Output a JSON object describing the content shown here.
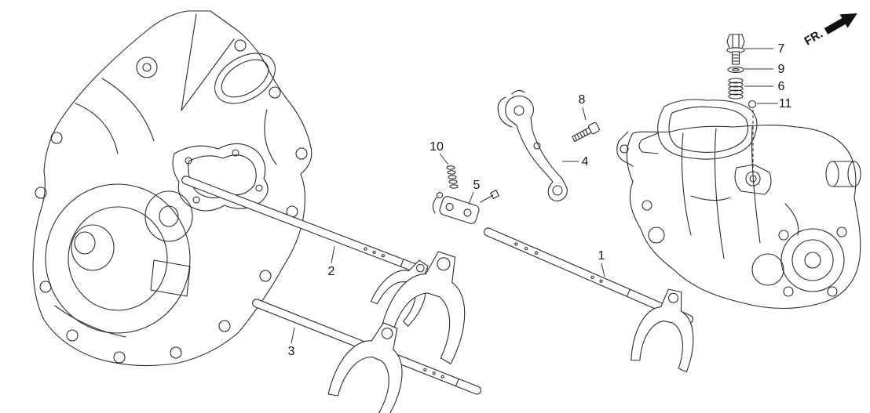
{
  "diagram": {
    "fr_label": "FR.",
    "callouts": [
      {
        "id": "1"
      },
      {
        "id": "2"
      },
      {
        "id": "3"
      },
      {
        "id": "4"
      },
      {
        "id": "5"
      },
      {
        "id": "6"
      },
      {
        "id": "7"
      },
      {
        "id": "8"
      },
      {
        "id": "9"
      },
      {
        "id": "10"
      },
      {
        "id": "11"
      }
    ],
    "colors": {
      "line": "#2b2b2b",
      "background": "#ffffff",
      "arrow": "#111111"
    }
  }
}
